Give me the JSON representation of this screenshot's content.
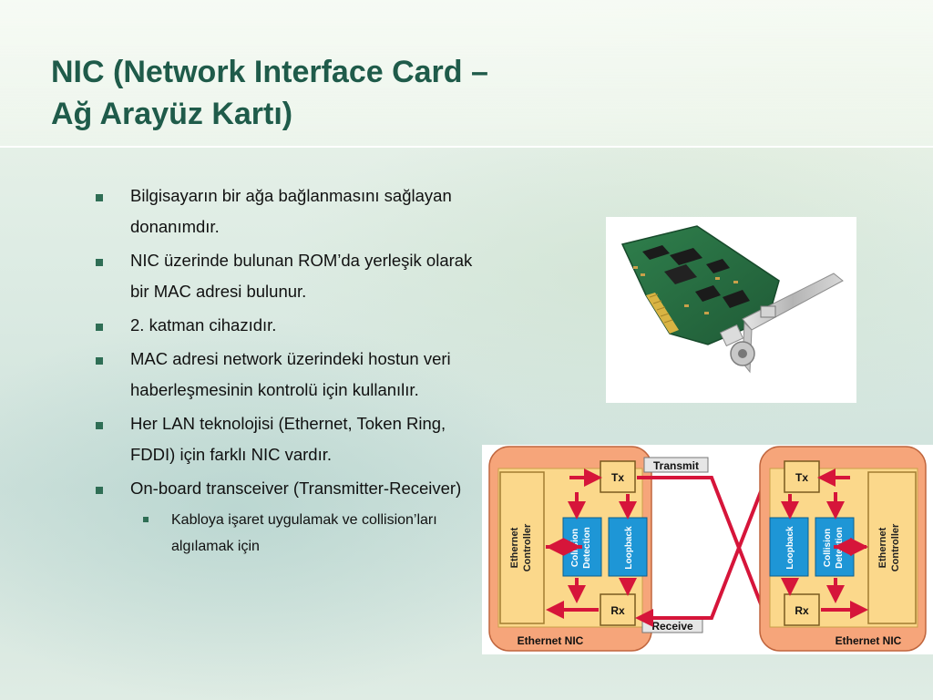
{
  "slide": {
    "title_line1": "NIC (Network Interface Card –",
    "title_line2": "Ağ Arayüz Kartı)",
    "bullets": [
      "Bilgisayarın bir ağa bağlanmasını sağlayan donanımdır.",
      "NIC üzerinde bulunan ROM’da yerleşik olarak bir MAC adresi bulunur.",
      "2. katman cihazıdır.",
      "MAC adresi network üzerindeki hostun veri haberleşmesinin kontrolü için kullanılır.",
      "Her LAN teknolojisi (Ethernet, Token Ring, FDDI) için farklı NIC vardır.",
      "On-board transceiver (Transmitter-Receiver)"
    ],
    "sub_bullet": "Kabloya işaret uygulamak ve collision’ları algılamak için"
  },
  "diagram": {
    "left_nic": {
      "label": "Ethernet NIC",
      "controller": [
        "Ethernet",
        "Controller"
      ],
      "tx": "Tx",
      "rx": "Rx",
      "collision": [
        "Collision",
        "Detection"
      ],
      "loopback": "Loopback"
    },
    "right_nic": {
      "label": "Ethernet NIC",
      "controller": [
        "Ethernet",
        "Controller"
      ],
      "tx": "Tx",
      "rx": "Rx",
      "collision": [
        "Collision",
        "Detection"
      ],
      "loopback": "Loopback"
    },
    "transmit_label": "Transmit",
    "receive_label": "Receive"
  },
  "colors": {
    "title": "#1f5b4a",
    "bullet_mark": "#2f6e55",
    "nic_outer": "#f6a57a",
    "nic_inner": "#fbd88b",
    "detect_box": "#1e96d6",
    "arrow": "#d6153a"
  }
}
